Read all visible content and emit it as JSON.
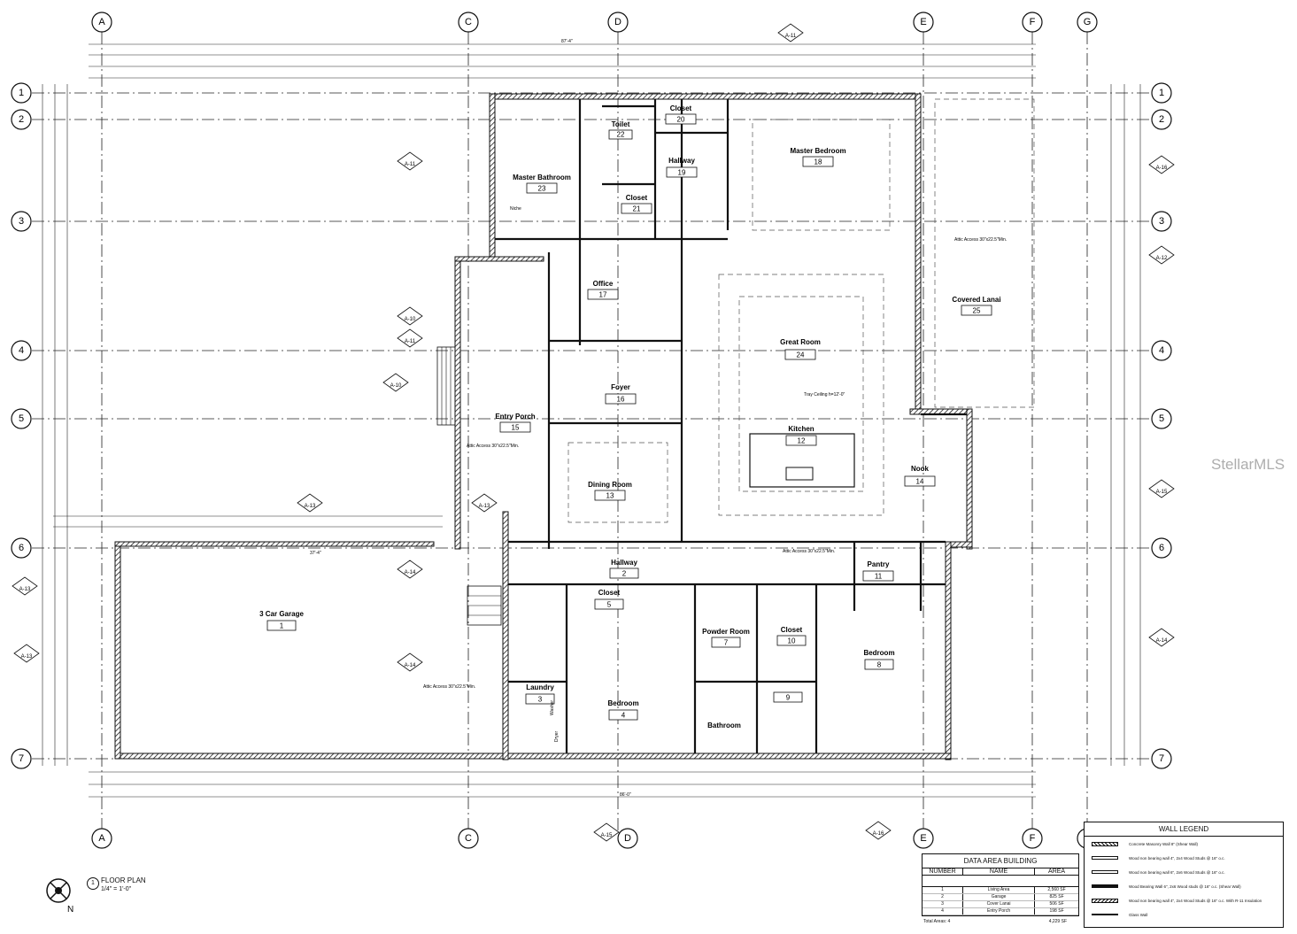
{
  "grid": {
    "columns": [
      "A",
      "C",
      "D",
      "E",
      "F",
      "G"
    ],
    "rows": [
      "1",
      "2",
      "3",
      "4",
      "5",
      "6",
      "7"
    ]
  },
  "rooms": [
    {
      "name": "3 Car Garage",
      "number": "1"
    },
    {
      "name": "Hallway",
      "number": "2"
    },
    {
      "name": "Laundry",
      "number": "3"
    },
    {
      "name": "Bedroom",
      "number": "4"
    },
    {
      "name": "Closet",
      "number": "5"
    },
    {
      "name": "Bedroom",
      "number": "8"
    },
    {
      "name": "Powder Room",
      "number": "7"
    },
    {
      "name": "Bathroom",
      "number": "9"
    },
    {
      "name": "Closet",
      "number": "10"
    },
    {
      "name": "Pantry",
      "number": "11"
    },
    {
      "name": "Kitchen",
      "number": "12"
    },
    {
      "name": "Dining Room",
      "number": "13"
    },
    {
      "name": "Nook",
      "number": "14"
    },
    {
      "name": "Entry Porch",
      "number": "15"
    },
    {
      "name": "Foyer",
      "number": "16"
    },
    {
      "name": "Office",
      "number": "17"
    },
    {
      "name": "Master Bedroom",
      "number": "18"
    },
    {
      "name": "Hallway",
      "number": "19"
    },
    {
      "name": "Closet",
      "number": "20"
    },
    {
      "name": "Closet",
      "number": "21"
    },
    {
      "name": "Toilet",
      "number": "22"
    },
    {
      "name": "Master Bathroom",
      "number": "23"
    },
    {
      "name": "Great Room",
      "number": "24"
    },
    {
      "name": "Covered Lanai",
      "number": "25"
    }
  ],
  "notes": {
    "tray_ceiling": "Tray Ceiling h=12'-0\"",
    "attic_access": "Attic Access 30\"x22.5\"Min.",
    "niche": "Niche",
    "washer": "Washer",
    "dryer": "Dryer",
    "overall_dim": "87'-4\"",
    "garage_width": "37'-4\"",
    "bottom_dim": "86'-0\""
  },
  "section_tags": [
    "A-11",
    "A-10",
    "A-11",
    "A-10",
    "A-13",
    "A-13",
    "A-13",
    "A-14",
    "A-13",
    "A-14",
    "A-15",
    "A-16",
    "A-11",
    "A-16",
    "A-12",
    "A-15",
    "A-14"
  ],
  "title": {
    "number": "1",
    "label": "FLOOR PLAN",
    "scale": "1/4\" = 1'-0\""
  },
  "data_table": {
    "title": "DATA AREA BUILDING",
    "headers": [
      "NUMBER",
      "NAME",
      "AREA"
    ],
    "rows": [
      [
        "1",
        "Living Area",
        "2,560 SF"
      ],
      [
        "2",
        "Garage",
        "825 SF"
      ],
      [
        "3",
        "Cover Lanai",
        "506 SF"
      ],
      [
        "4",
        "Entry Porch",
        "198 SF"
      ]
    ],
    "total_label": "Total Areas: 4",
    "total_value": "4,229 SF"
  },
  "legend": {
    "title": "WALL LEGEND",
    "items": [
      "Concrete Masonry Wall 8\" (Shear Wall)",
      "Wood non bearing wall 4\", 2x4 Wood Studs @ 16\" o.c.",
      "Wood non bearing wall 6\", 2x6 Wood Studs @ 16\" o.c.",
      "Wood Bearing Wall 6\", 2x6 Wood studs @ 16\" o.c. (Shear Wall)",
      "Wood non bearing wall 4\", 2x4 Wood Studs @ 16\" o.c. With R-11 Insulation",
      "Glass Wall"
    ]
  },
  "watermark": "StellarMLS",
  "compass": {
    "label": "N"
  }
}
